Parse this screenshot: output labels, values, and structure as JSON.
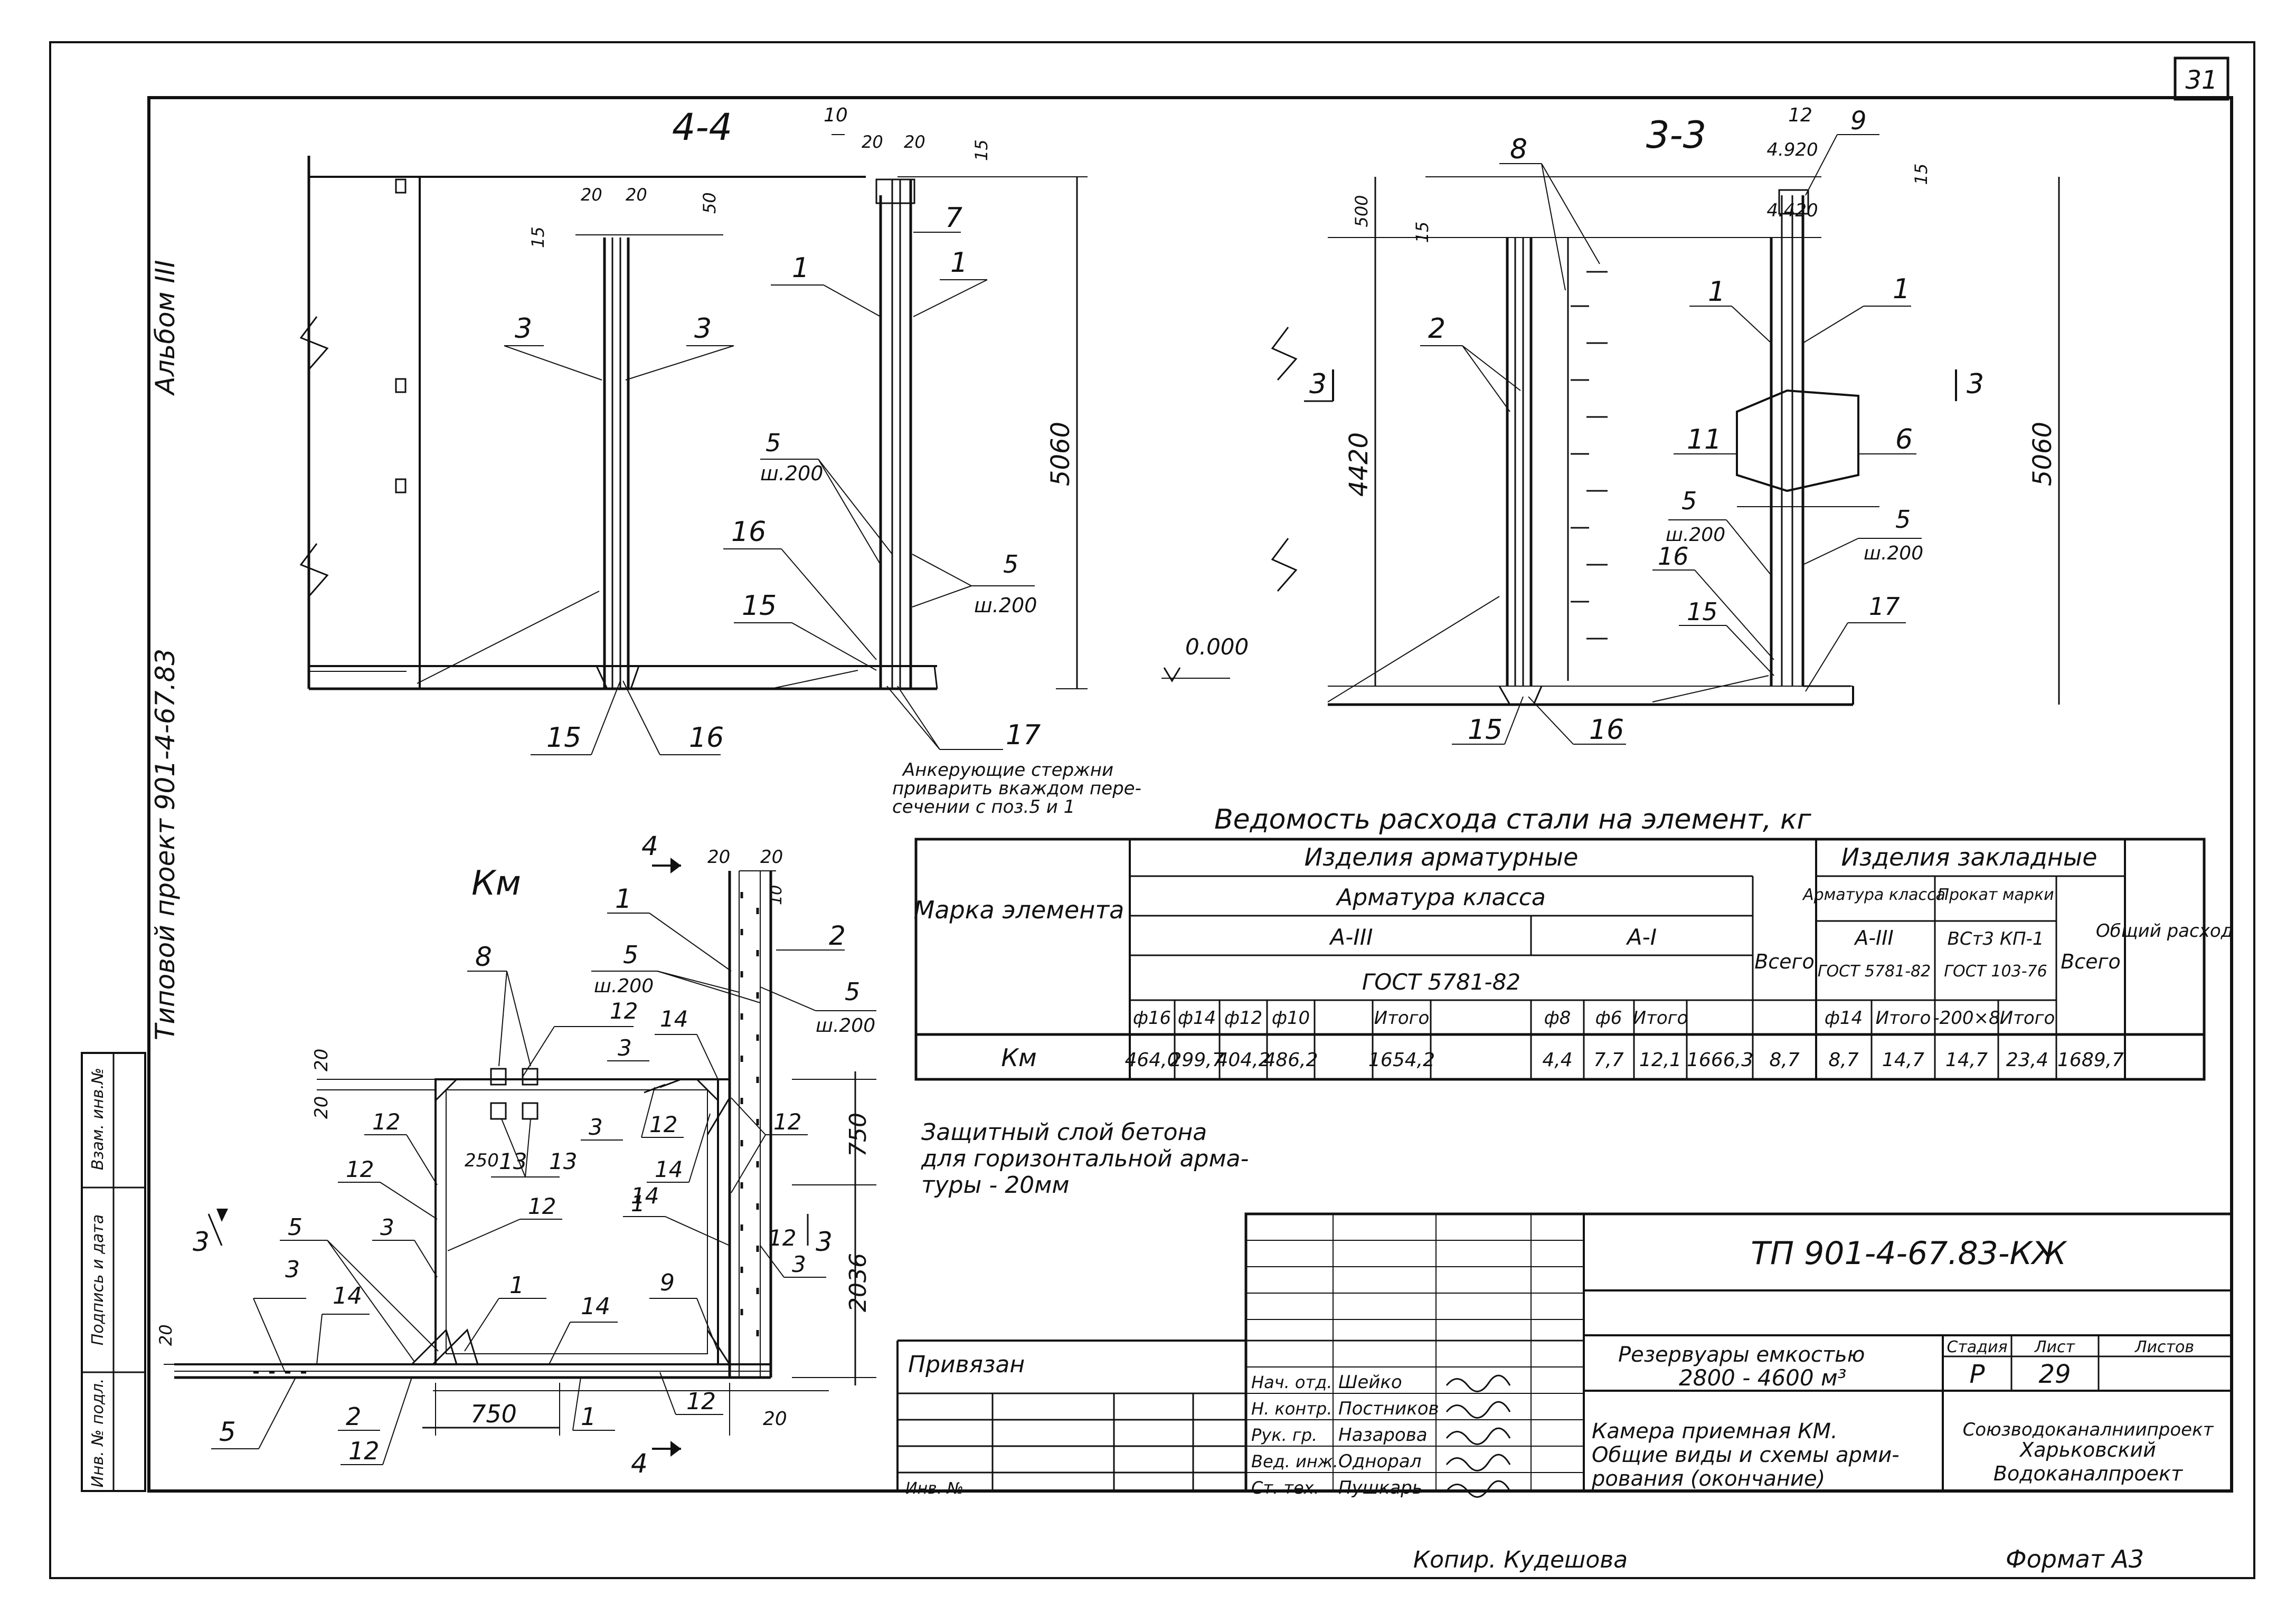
{
  "sheet": {
    "page_number": "31",
    "album": "Альбом III",
    "project": "Типовой проект 901-4-67.83",
    "format": "Формат А3",
    "copied_by": "Копир. Кудешова",
    "margin_stamp": [
      "Инв. № подл.",
      "Подпись и дата",
      "Взам. инв.№"
    ]
  },
  "section_44": {
    "title": "4-4",
    "dims": [
      "10",
      "20",
      "20",
      "15",
      "20",
      "20",
      "50",
      "15",
      "5060"
    ],
    "callouts": [
      "3",
      "3",
      "7",
      "1",
      "1",
      "5",
      "ш.200",
      "5",
      "ш.200",
      "16",
      "15",
      "15",
      "16",
      "17"
    ],
    "note": [
      "Анкерующие стержни",
      "приварить вкаждом пере-",
      "сечении с поз.5 и 1"
    ]
  },
  "section_33": {
    "title": "3-3",
    "dims": [
      "12",
      "4.920",
      "9",
      "4.420",
      "500",
      "15",
      "15",
      "4420",
      "5060",
      "0.000"
    ],
    "callouts": [
      "8",
      "2",
      "1",
      "1",
      "3",
      "3",
      "11",
      "6",
      "5",
      "ш.200",
      "16",
      "5",
      "ш.200",
      "15",
      "17",
      "15",
      "16"
    ]
  },
  "plan_km": {
    "title": "Км",
    "dims": [
      "20",
      "20",
      "10",
      "20",
      "20",
      "250",
      "750",
      "2036",
      "750",
      "20",
      "20"
    ],
    "callouts": [
      "4",
      "4",
      "1",
      "2",
      "5",
      "ш.200",
      "5",
      "ш.200",
      "8",
      "12",
      "14",
      "3",
      "12",
      "13",
      "13",
      "3",
      "12",
      "12",
      "14",
      "14",
      "12",
      "3",
      "12",
      "3",
      "12",
      "1",
      "1",
      "3",
      "3",
      "5",
      "14",
      "1",
      "14",
      "1",
      "9",
      "12",
      "5",
      "2",
      "12",
      "1",
      "12"
    ]
  },
  "table": {
    "caption": "Ведомость расхода стали на элемент, кг",
    "h_mark": "Марка элемента",
    "h_armatur": "Изделия арматурные",
    "h_class": "Арматура класса",
    "h_a3": "А-III",
    "h_a1": "А-I",
    "h_gost": "ГОСТ 5781-82",
    "h_total": "Всего",
    "h_zaklad": "Изделия закладные",
    "h_arm_class": "Арматура класса",
    "h_prokat": "Прокат марки",
    "h_z_a3": "А-III",
    "h_z_gost": "ГОСТ 5781-82",
    "h_vst": "ВСт3 КП-1",
    "h_vst_gost": "ГОСТ 103-76",
    "h_z_total": "Всего",
    "h_overall": "Общий расход",
    "sub_cols": [
      "ф16",
      "ф14",
      "ф12",
      "ф10",
      "",
      "Итого",
      "",
      "ф8",
      "ф6",
      "Итого",
      "",
      "ф14",
      "Итого",
      "-200×8",
      "Итого",
      "",
      ""
    ],
    "row": [
      "Км",
      "464,0",
      "299,7",
      "404,2",
      "486,2",
      "",
      "1654,2",
      "",
      "4,4",
      "7,7",
      "12,1",
      "1666,3",
      "8,7",
      "8,7",
      "14,7",
      "14,7",
      "23,4",
      "1689,7"
    ]
  },
  "note": [
    "Защитный слой бетона",
    "для горизонтальной арма-",
    "туры - 20мм"
  ],
  "title_block": {
    "code": "ТП 901-4-67.83-КЖ",
    "object": "Резервуары емкостью",
    "capacity": "2800 - 4600 м³",
    "sheet_title": [
      "Камера приемная КМ.",
      "Общие виды и схемы арми-",
      "рования (окончание)"
    ],
    "stage_label": "Стадия",
    "sheet_label": "Лист",
    "sheets_label": "Листов",
    "stage": "Р",
    "sheet_no": "29",
    "org": [
      "Союзводоканалниипроект",
      "Харьковский",
      "Водоканалпроект"
    ],
    "privyazan": "Привязан",
    "inv": "Инв. №",
    "staff": [
      {
        "role": "Нач. отд.",
        "name": "Шейко"
      },
      {
        "role": "Н. контр.",
        "name": "Постников"
      },
      {
        "role": "Рук. гр.",
        "name": "Назарова"
      },
      {
        "role": "Вед. инж.",
        "name": "Однорал"
      },
      {
        "role": "Ст. тех.",
        "name": "Пушкарь"
      }
    ]
  }
}
